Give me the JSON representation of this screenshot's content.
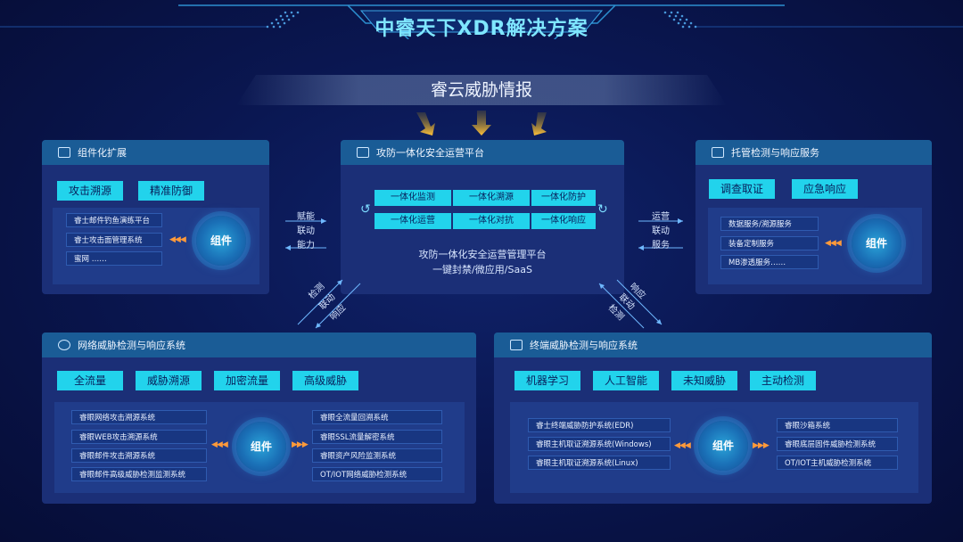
{
  "title": "中睿天下XDR解决方案",
  "intel": "睿云威胁情报",
  "left_top": {
    "title": "组件化扩展",
    "tags": [
      "攻击溯源",
      "精准防御"
    ],
    "items": [
      "睿士邮件钓鱼演练平台",
      "睿士攻击面管理系统",
      "蜜网 ……"
    ],
    "hub": "组件"
  },
  "center": {
    "title": "攻防一体化安全运营平台",
    "flow_row1": [
      "一体化监测",
      "一体化溯源",
      "一体化防护"
    ],
    "flow_row2": [
      "一体化运营",
      "一体化对抗",
      "一体化响应"
    ],
    "desc1": "攻防一体化安全运营管理平台",
    "desc2": "一键封禁/微应用/SaaS"
  },
  "right_top": {
    "title": "托管检测与响应服务",
    "tags": [
      "调查取证",
      "应急响应"
    ],
    "items": [
      "数据服务/溯源服务",
      "装备定制服务",
      "MB渗透服务……"
    ],
    "hub": "组件"
  },
  "left_link": [
    "赋能",
    "联动",
    "能力"
  ],
  "right_link": [
    "运营",
    "联动",
    "服务"
  ],
  "diag_left": [
    "检测",
    "联动",
    "响应"
  ],
  "diag_right": [
    "响应",
    "联动",
    "检测"
  ],
  "bottom_left": {
    "title": "网络威胁检测与响应系统",
    "tags": [
      "全流量",
      "威胁溯源",
      "加密流量",
      "高级威胁"
    ],
    "items_left": [
      "睿眼网络攻击溯源系统",
      "睿眼WEB攻击溯源系统",
      "睿眼邮件攻击溯源系统",
      "睿眼邮件高级威胁检测监测系统"
    ],
    "items_right": [
      "睿眼全流量回溯系统",
      "睿眼SSL流量解密系统",
      "睿眼资产风险监测系统",
      "OT/IOT网络威胁检测系统"
    ],
    "hub": "组件"
  },
  "bottom_right": {
    "title": "终端威胁检测与响应系统",
    "tags": [
      "机器学习",
      "人工智能",
      "未知威胁",
      "主动检测"
    ],
    "items_left": [
      "睿士终端威胁防护系统(EDR)",
      "睿眼主机取证溯源系统(Windows)",
      "睿眼主机取证溯源系统(Linux)"
    ],
    "items_right": [
      "睿眼沙箱系统",
      "睿眼底层固件威胁检测系统",
      "OT/IOT主机威胁检测系统"
    ],
    "hub": "组件"
  },
  "colors": {
    "accent": "#22d3ec",
    "title_bar": "#1a5c96",
    "panel": "#1b2f77",
    "arrow": "#ff9a3a"
  }
}
